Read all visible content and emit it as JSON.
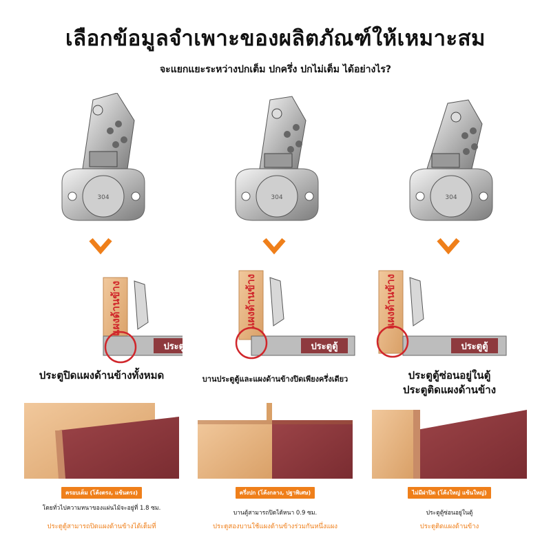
{
  "title": "เลือกข้อมูลจำเพาะของผลิตภัณฑ์ให้เหมาะสม",
  "subtitle": "จะแยกแยะระหว่างปกเต็ม ปกครึ่ง ปกไม่เต็ม ได้อย่างไร?",
  "hinge_stamp": "304",
  "panel_label": "แผงด้านข้าง",
  "door_label": "ประตูตู้",
  "colors": {
    "accent": "#ef7f1a",
    "circle": "#d0262b",
    "wood": "#e9b98a",
    "door": "#8e3a3e"
  },
  "columns": [
    {
      "caption": "ประตูปิดแผงด้านข้างทั้งหมด",
      "badge": "ครอบเต็ม (โค้งตรง, แซ้นตรง)",
      "note": "โดยทั่วไปความหนาของแผ่นไม้จะอยู่ที่ 1.8 ซม.",
      "note2": "ประตูตู้สามารถปิดแผงด้านข้างได้เต็มที่"
    },
    {
      "caption": "บานประตูตู้และแผงด้านข้างปิดเพียงครึ่งเดียว",
      "badge": "ครึ่งปก (โค้งกลาง, ปฐาพิเศษ)",
      "note": "บานตู้สามารถปิดได้หนา 0.9 ซม.",
      "note2": "ประตูสองบานใช้แผงด้านข้างร่วมกันหนึ่งแผง"
    },
    {
      "caption": "ประตูตู้ซ่อนอยู่ในตู้ ประตูติดแผงด้านข้าง",
      "caption_line1": "ประตูตู้ซ่อนอยู่ในตู้",
      "caption_line2": "ประตูติดแผงด้านข้าง",
      "badge": "ไม่มีฝาปิด (โค้งใหญ่ แซ้นใหญ่)",
      "note": "ประตูตู้ซ่อนอยู่ในตู้",
      "note2": "ประตูติดแผงด้านข้าง"
    }
  ]
}
